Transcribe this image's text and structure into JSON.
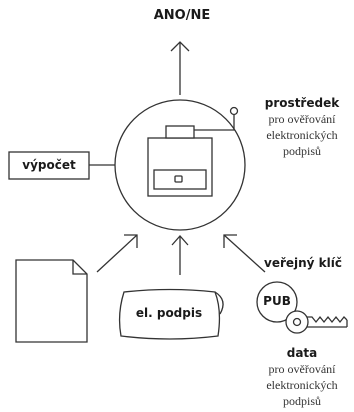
{
  "output_label": "ANO/NE",
  "device": {
    "title": "prostředek",
    "description_lines": [
      "pro ověřování",
      "elektronických",
      "podpisů"
    ]
  },
  "computation_label": "výpočet",
  "signature_label": "el. podpis",
  "public_key": {
    "title": "veřejný klíč",
    "badge": "PUB"
  },
  "data_block": {
    "title": "data",
    "description_lines": [
      "pro ověřování",
      "elektronických",
      "podpisů"
    ]
  }
}
